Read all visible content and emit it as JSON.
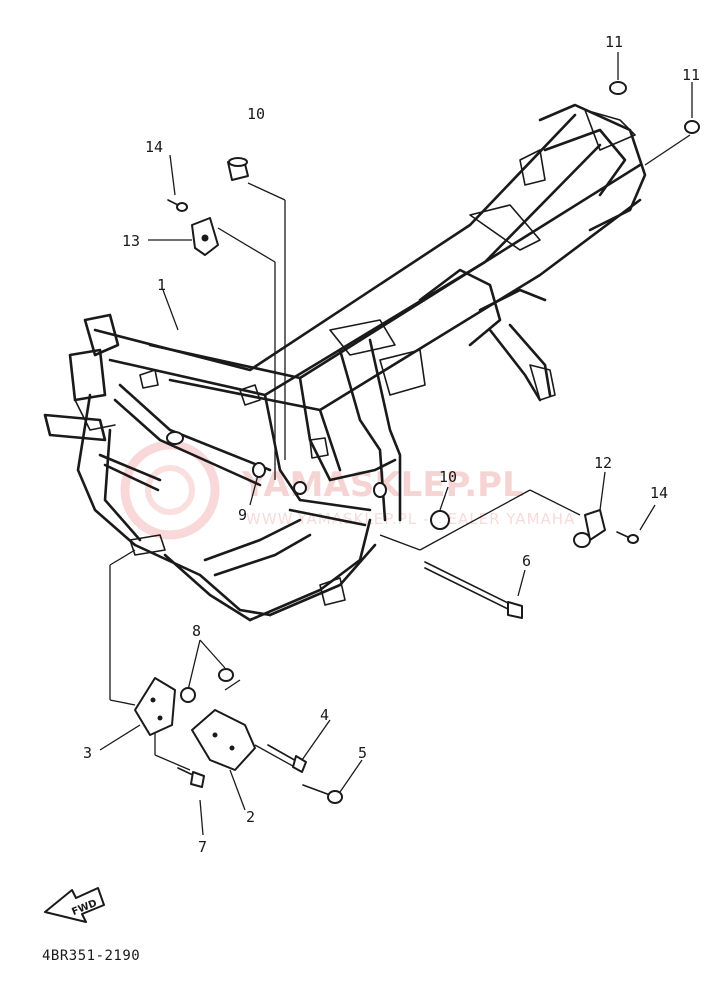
{
  "callouts": [
    {
      "id": "1",
      "label": "1"
    },
    {
      "id": "2",
      "label": "2"
    },
    {
      "id": "3",
      "label": "3"
    },
    {
      "id": "4",
      "label": "4"
    },
    {
      "id": "5",
      "label": "5"
    },
    {
      "id": "6",
      "label": "6"
    },
    {
      "id": "7",
      "label": "7"
    },
    {
      "id": "8",
      "label": "8"
    },
    {
      "id": "9",
      "label": "9"
    },
    {
      "id": "10a",
      "label": "10"
    },
    {
      "id": "10b",
      "label": "10"
    },
    {
      "id": "11a",
      "label": "11"
    },
    {
      "id": "11b",
      "label": "11"
    },
    {
      "id": "12",
      "label": "12"
    },
    {
      "id": "13",
      "label": "13"
    },
    {
      "id": "14a",
      "label": "14"
    },
    {
      "id": "14b",
      "label": "14"
    }
  ],
  "diagram_code": "4BR351-2190",
  "fwd_label": "FWD",
  "watermark": {
    "main": "YAMASKLEP.PL",
    "sub": "WWW.YAMASKLEP.PL - DEALER YAMAHA"
  },
  "colors": {
    "ink": "#1a1a1a",
    "watermark": "#f3b8b8",
    "background": "#ffffff"
  }
}
